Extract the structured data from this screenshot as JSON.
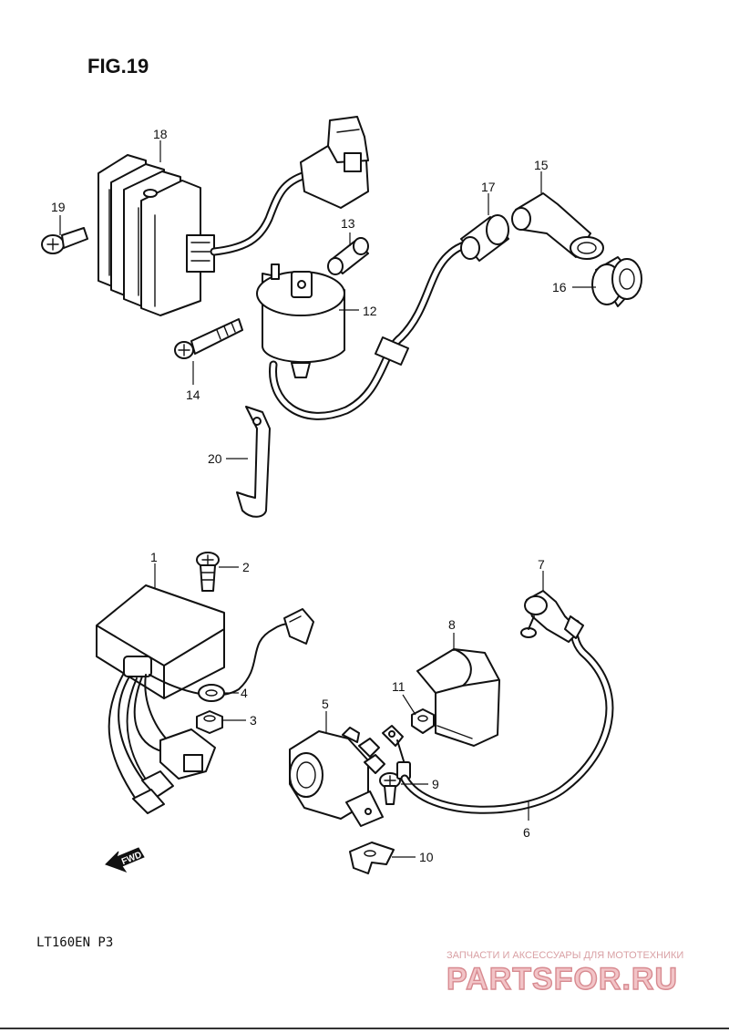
{
  "figure_title": "FIG.19",
  "model_code": "LT160EN  P3",
  "fwd_label": "FWD",
  "callouts": {
    "p1": "1",
    "p2": "2",
    "p3": "3",
    "p4": "4",
    "p5": "5",
    "p6": "6",
    "p7": "7",
    "p8": "8",
    "p9": "9",
    "p10": "10",
    "p11": "11",
    "p12": "12",
    "p13": "13",
    "p14": "14",
    "p15": "15",
    "p16": "16",
    "p17": "17",
    "p18": "18",
    "p19": "19",
    "p20": "20"
  },
  "watermark": {
    "tagline": "ЗАПЧАСТИ И АКСЕССУАРЫ ДЛЯ МОТОТЕХНИКИ",
    "brand": "PARTSFOR.RU"
  }
}
